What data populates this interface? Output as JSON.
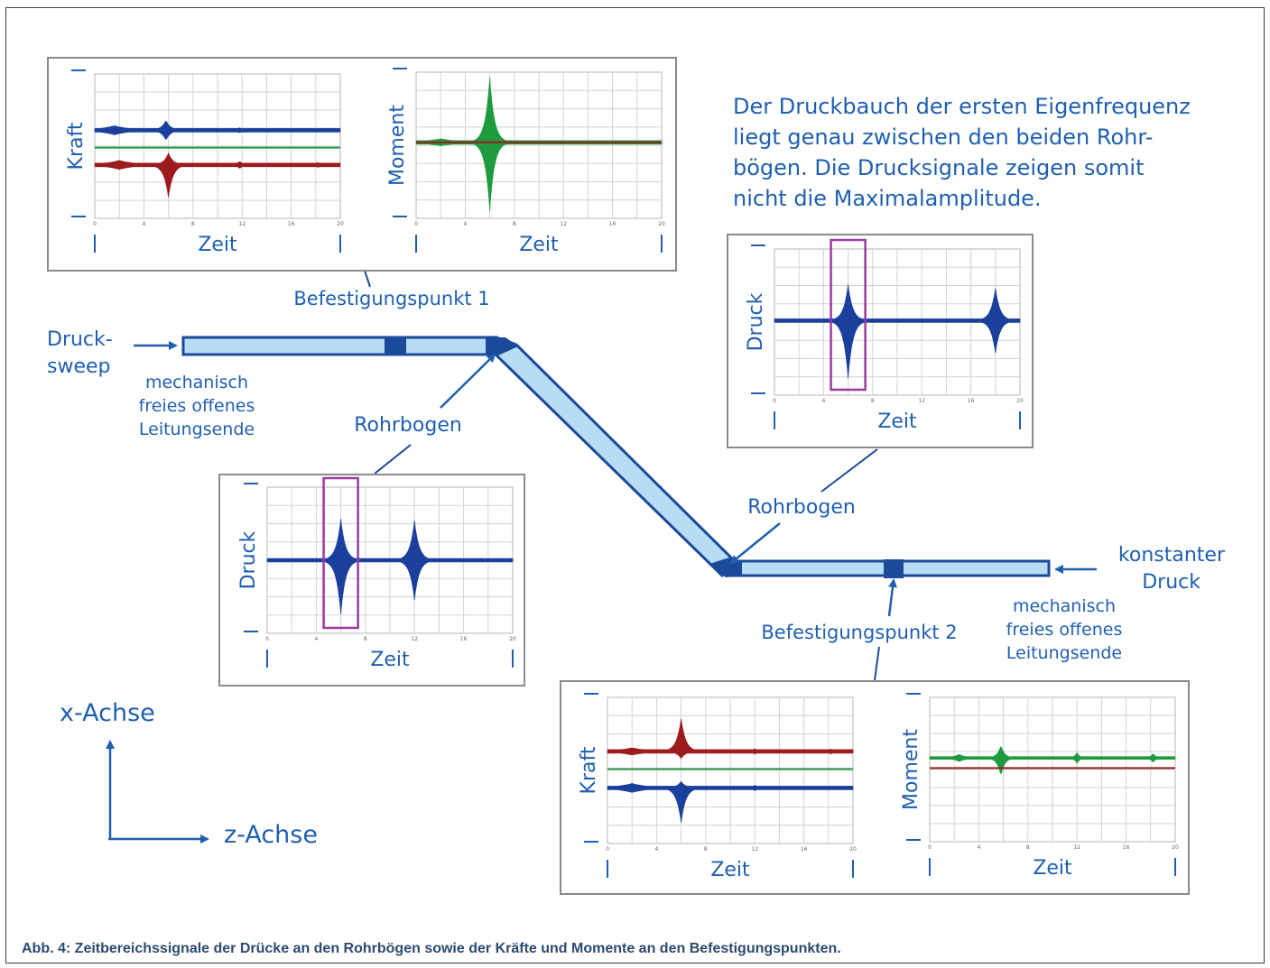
{
  "labels": {
    "druck_sweep_1": "Druck-",
    "druck_sweep_2": "sweep",
    "free_end_left_1": "mechanisch",
    "free_end_left_2": "freies offenes",
    "free_end_left_3": "Leitungsende",
    "befestigung_1": "Befestigungspunkt 1",
    "befestigung_2": "Befestigungspunkt 2",
    "rohrbogen_left": "Rohrbogen",
    "rohrbogen_right": "Rohrbogen",
    "konstanter_1": "konstanter",
    "konstanter_2": "Druck",
    "free_end_right_1": "mechanisch",
    "free_end_right_2": "freies offenes",
    "free_end_right_3": "Leitungsende",
    "x_axis": "x-Achse",
    "z_axis": "z-Achse"
  },
  "note": {
    "line1": "Der Druckbauch der ersten Eigenfrequenz",
    "line2": "liegt genau zwischen den beiden Rohr-",
    "line3": "bögen. Die Drucksignale zeigen somit",
    "line4": "nicht die Maximalamplitude."
  },
  "plots": {
    "bp1_kraft": {
      "ylabel": "Kraft",
      "xlabel": "Zeit",
      "ticks": [
        "0",
        "4",
        "8",
        "12",
        "16",
        "20"
      ]
    },
    "bp1_moment": {
      "ylabel": "Moment",
      "xlabel": "Zeit",
      "ticks": [
        "0",
        "4",
        "8",
        "12",
        "16",
        "20"
      ]
    },
    "rb2_druck": {
      "ylabel": "Druck",
      "xlabel": "Zeit",
      "ticks": [
        "0",
        "4",
        "8",
        "12",
        "16",
        "20"
      ]
    },
    "rb1_druck": {
      "ylabel": "Druck",
      "xlabel": "Zeit",
      "ticks": [
        "0",
        "4",
        "8",
        "12",
        "16",
        "20"
      ]
    },
    "bp2_kraft": {
      "ylabel": "Kraft",
      "xlabel": "Zeit",
      "ticks": [
        "0",
        "4",
        "8",
        "12",
        "16",
        "20"
      ]
    },
    "bp2_moment": {
      "ylabel": "Moment",
      "xlabel": "Zeit",
      "ticks": [
        "0",
        "4",
        "8",
        "12",
        "16",
        "20"
      ]
    }
  },
  "colors": {
    "text_blue": "#1f5fb0",
    "pipe_fill": "#b7dcf3",
    "pipe_stroke": "#1c4a9a",
    "signal_blue": "#1a3f9c",
    "signal_red": "#9b1b1f",
    "signal_green": "#1f9a3e",
    "highlight": "#9a3aa0"
  },
  "caption": "Abb. 4: Zeitbereichssignale der Drücke an den Rohrbögen sowie der Kräfte und Momente an den Befestigungspunkten."
}
